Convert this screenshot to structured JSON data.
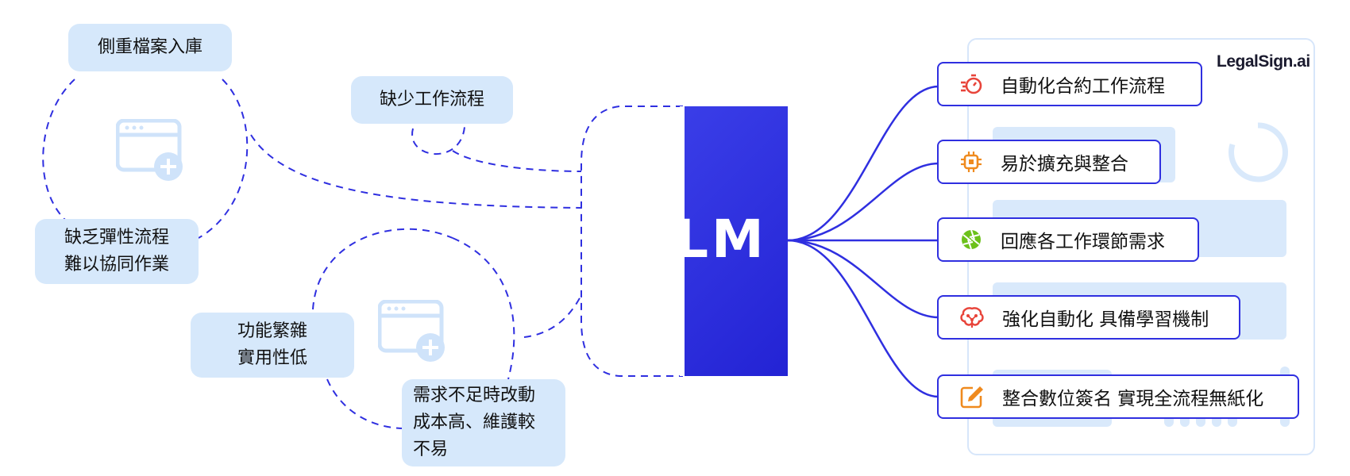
{
  "brand": "LegalSign.ai",
  "center_label": "LM",
  "problems": [
    {
      "text": "側重檔案入庫"
    },
    {
      "text": "缺少工作流程"
    },
    {
      "text": "缺乏彈性流程\n難以協同作業"
    },
    {
      "text": "功能繁雜\n實用性低"
    },
    {
      "text": "需求不足時改動\n成本高、維護較\n不易"
    }
  ],
  "features": [
    {
      "text": "自動化合約工作流程",
      "icon": "timer-icon",
      "color": "#e8443a"
    },
    {
      "text": "易於擴充與整合",
      "icon": "chip-icon",
      "color": "#ef8a1e"
    },
    {
      "text": "回應各工作環節需求",
      "icon": "aperture-icon",
      "color": "#6cc11a"
    },
    {
      "text": "強化自動化 具備學習機制",
      "icon": "brain-icon",
      "color": "#e8443a"
    },
    {
      "text": "整合數位簽名 實現全流程無紙化",
      "icon": "pen-icon",
      "color": "#ef8a1e"
    }
  ],
  "colors": {
    "accent": "#2f2fe0",
    "pill_bg": "#d6e8fb",
    "ghost": "#d9e9fb"
  }
}
